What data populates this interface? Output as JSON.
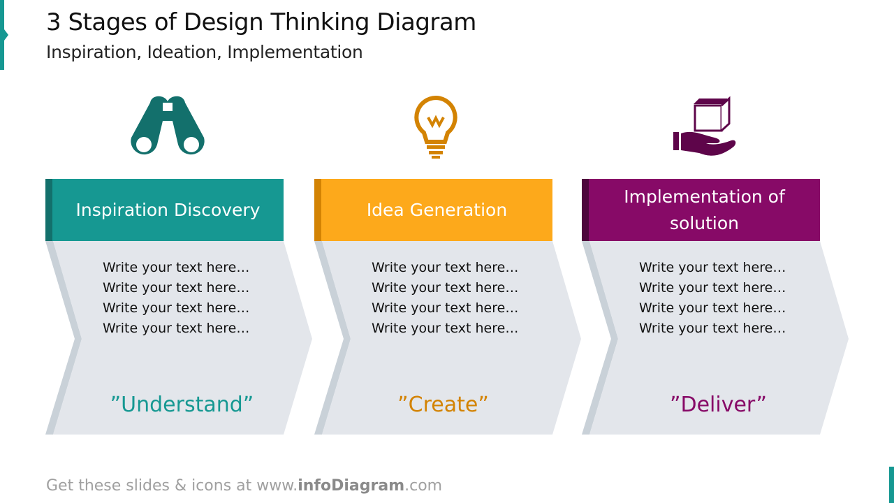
{
  "header": {
    "title": "3 Stages of Design Thinking Diagram",
    "subtitle": "Inspiration, Ideation, Implementation"
  },
  "stages": [
    {
      "title": "Inspiration Discovery",
      "lines": [
        "Write your text here…",
        "Write your text here…",
        "Write your text here…",
        "Write your text here…"
      ],
      "motto": "”Understand”",
      "icon": "binoculars-icon",
      "color": "#169892",
      "dark": "#13706C"
    },
    {
      "title": "Idea Generation",
      "lines": [
        "Write your text here…",
        "Write your text here…",
        "Write your text here…",
        "Write your text here…"
      ],
      "motto": "”Create”",
      "icon": "lightbulb-icon",
      "color": "#FDA91B",
      "dark": "#D38303"
    },
    {
      "title": "Implementation of solution",
      "lines": [
        "Write your text here…",
        "Write your text here…",
        "Write your text here…",
        "Write your text here…"
      ],
      "motto": "”Deliver”",
      "icon": "hand-box-icon",
      "color": "#870A67",
      "dark": "#4E053C"
    }
  ],
  "footer": {
    "prefix": "Get these slides & icons at www.",
    "brand": "infoDiagram",
    "suffix": ".com"
  },
  "colors": {
    "chevron": "#E3E6EB",
    "chevron_shadow": "#C9D1D8",
    "accent": "#169892"
  }
}
